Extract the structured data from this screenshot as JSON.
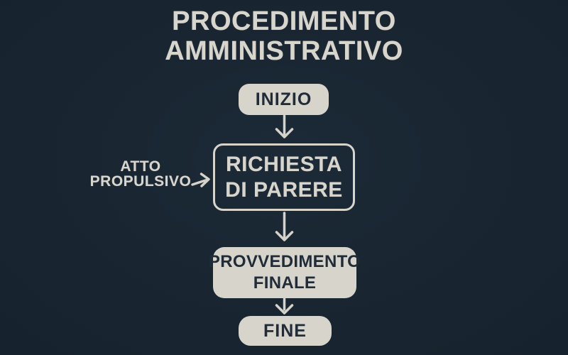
{
  "colors": {
    "background": "#17232e",
    "background-center": "#1c2a37",
    "background-edge": "#121d27",
    "box-fill": "#d7d4cc",
    "box-text": "#202c38",
    "light-text": "#d8d5cd",
    "arrow": "#d5d2ca"
  },
  "title": {
    "text": "PROCEDIMENTO\nAMMINISTRATIVO"
  },
  "flowchart": {
    "nodes": [
      {
        "id": "inizio",
        "label": "INIZIO",
        "shape": "rounded-filled"
      },
      {
        "id": "richiesta_di_parere",
        "label": "RICHIESTA\nDI PARERE",
        "shape": "rounded-outlined"
      },
      {
        "id": "provvedimento_finale",
        "label": "PROVVEDIMENTO\nFINALE",
        "shape": "rounded-filled"
      },
      {
        "id": "fine",
        "label": "FINE",
        "shape": "rounded-filled"
      }
    ],
    "side_label": {
      "text": "ATTO\nPROPULSIVO",
      "target": "richiesta_di_parere"
    },
    "edges": [
      {
        "from": "inizio",
        "to": "richiesta_di_parere",
        "direction": "down"
      },
      {
        "from": "richiesta_di_parere",
        "to": "provvedimento_finale",
        "direction": "down"
      },
      {
        "from": "provvedimento_finale",
        "to": "fine",
        "direction": "down"
      },
      {
        "from": "atto_propulsivo",
        "to": "richiesta_di_parere",
        "direction": "right"
      }
    ]
  }
}
